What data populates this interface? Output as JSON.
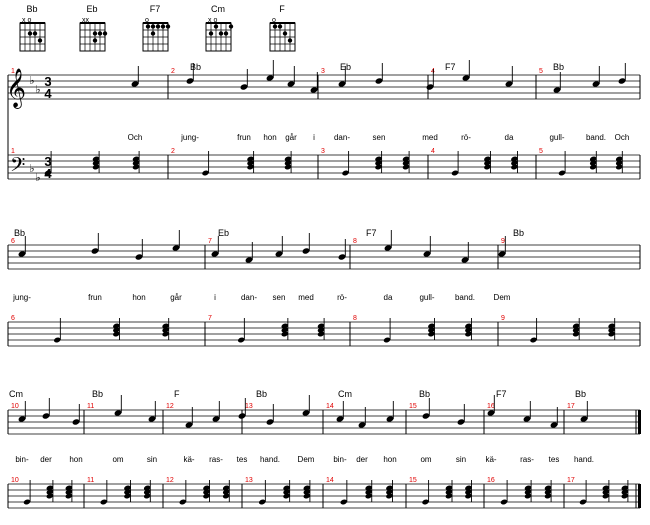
{
  "guitar_chords": [
    {
      "name": "Bb",
      "open": "x o"
    },
    {
      "name": "Eb",
      "open": "xx"
    },
    {
      "name": "F7",
      "open": "o"
    },
    {
      "name": "Cm",
      "open": "x o"
    },
    {
      "name": "F",
      "open": "o"
    }
  ],
  "time_signature": {
    "top": "3",
    "bottom": "4"
  },
  "systems": [
    {
      "chords": [
        {
          "label": "Bb",
          "measure": 2
        },
        {
          "label": "Eb",
          "measure": 3
        },
        {
          "label": "F7",
          "measure": 4
        },
        {
          "label": "Bb",
          "measure": 5
        }
      ],
      "measures": [
        "1",
        "2",
        "3",
        "4",
        "5"
      ],
      "bass_measures": [
        "1",
        "2",
        "3",
        "4",
        "5"
      ],
      "lyrics": [
        "Och",
        "jung-",
        "frun",
        "hon",
        "går",
        "i",
        "dan-",
        "sen",
        "med",
        "rö-",
        "da",
        "gull-",
        "band.",
        "Och"
      ]
    },
    {
      "chords": [
        {
          "label": "Bb",
          "measure": 6
        },
        {
          "label": "Eb",
          "measure": 7
        },
        {
          "label": "F7",
          "measure": 8
        },
        {
          "label": "Bb",
          "measure": 9
        }
      ],
      "measures": [
        "6",
        "7",
        "8",
        "9"
      ],
      "bass_measures": [
        "6",
        "7",
        "8",
        "9"
      ],
      "lyrics": [
        "jung-",
        "frun",
        "hon",
        "går",
        "i",
        "dan-",
        "sen",
        "med",
        "rö-",
        "da",
        "gull-",
        "band.",
        "Dem"
      ]
    },
    {
      "chords": [
        {
          "label": "Cm",
          "measure": 10
        },
        {
          "label": "Bb",
          "measure": 11
        },
        {
          "label": "F",
          "measure": 12
        },
        {
          "label": "Bb",
          "measure": 13
        },
        {
          "label": "Cm",
          "measure": 14
        },
        {
          "label": "Bb",
          "measure": 15
        },
        {
          "label": "F7",
          "measure": 16
        },
        {
          "label": "Bb",
          "measure": 17
        }
      ],
      "measures": [
        "10",
        "11",
        "12",
        "13",
        "14",
        "15",
        "16",
        "17"
      ],
      "bass_measures": [
        "10",
        "11",
        "12",
        "13",
        "14",
        "15",
        "16",
        "17"
      ],
      "lyrics": [
        "bin-",
        "der",
        "hon",
        "om",
        "sin",
        "kä-",
        "ras-",
        "tes",
        "hand.",
        "Dem",
        "bin-",
        "der",
        "hon",
        "om",
        "sin",
        "kä-",
        "ras-",
        "tes",
        "hand."
      ]
    }
  ]
}
